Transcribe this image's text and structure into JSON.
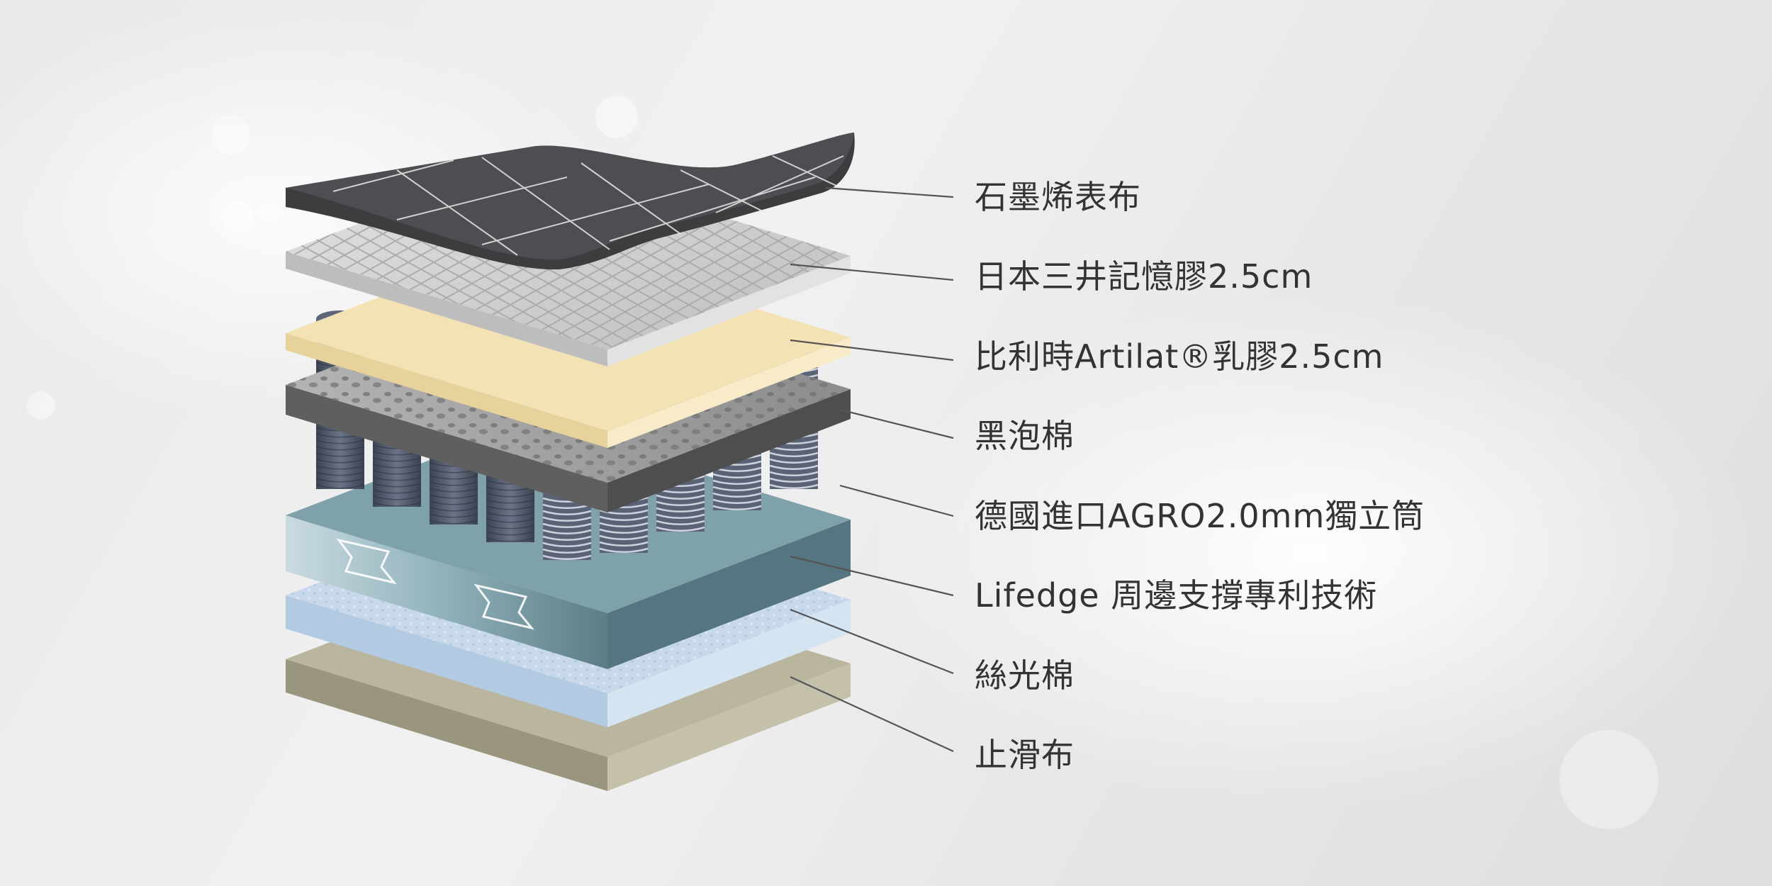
{
  "layers": [
    {
      "id": "graphene-cover",
      "label": "石墨烯表布"
    },
    {
      "id": "memory-foam",
      "label": "日本三井記憶膠2.5cm"
    },
    {
      "id": "latex",
      "label": "比利時Artilat®乳膠2.5cm"
    },
    {
      "id": "black-foam",
      "label": "黑泡棉"
    },
    {
      "id": "pocket-springs",
      "label": "德國進口AGRO2.0mm獨立筒"
    },
    {
      "id": "edge-support",
      "label": "Lifedge 周邊支撐專利技術"
    },
    {
      "id": "silk-cotton",
      "label": "絲光棉"
    },
    {
      "id": "anti-slip",
      "label": "止滑布"
    }
  ],
  "colors": {
    "cover": "#4a4a4c",
    "memory_foam": "#c9c9c9",
    "latex": "#f3e2b4",
    "black_foam": "#8a8a8a",
    "springs": "#4c5566",
    "edge_support": "#6e909a",
    "silk_cotton": "#c6d8ea",
    "anti_slip": "#b7b29c",
    "leader_line": "#555555"
  }
}
